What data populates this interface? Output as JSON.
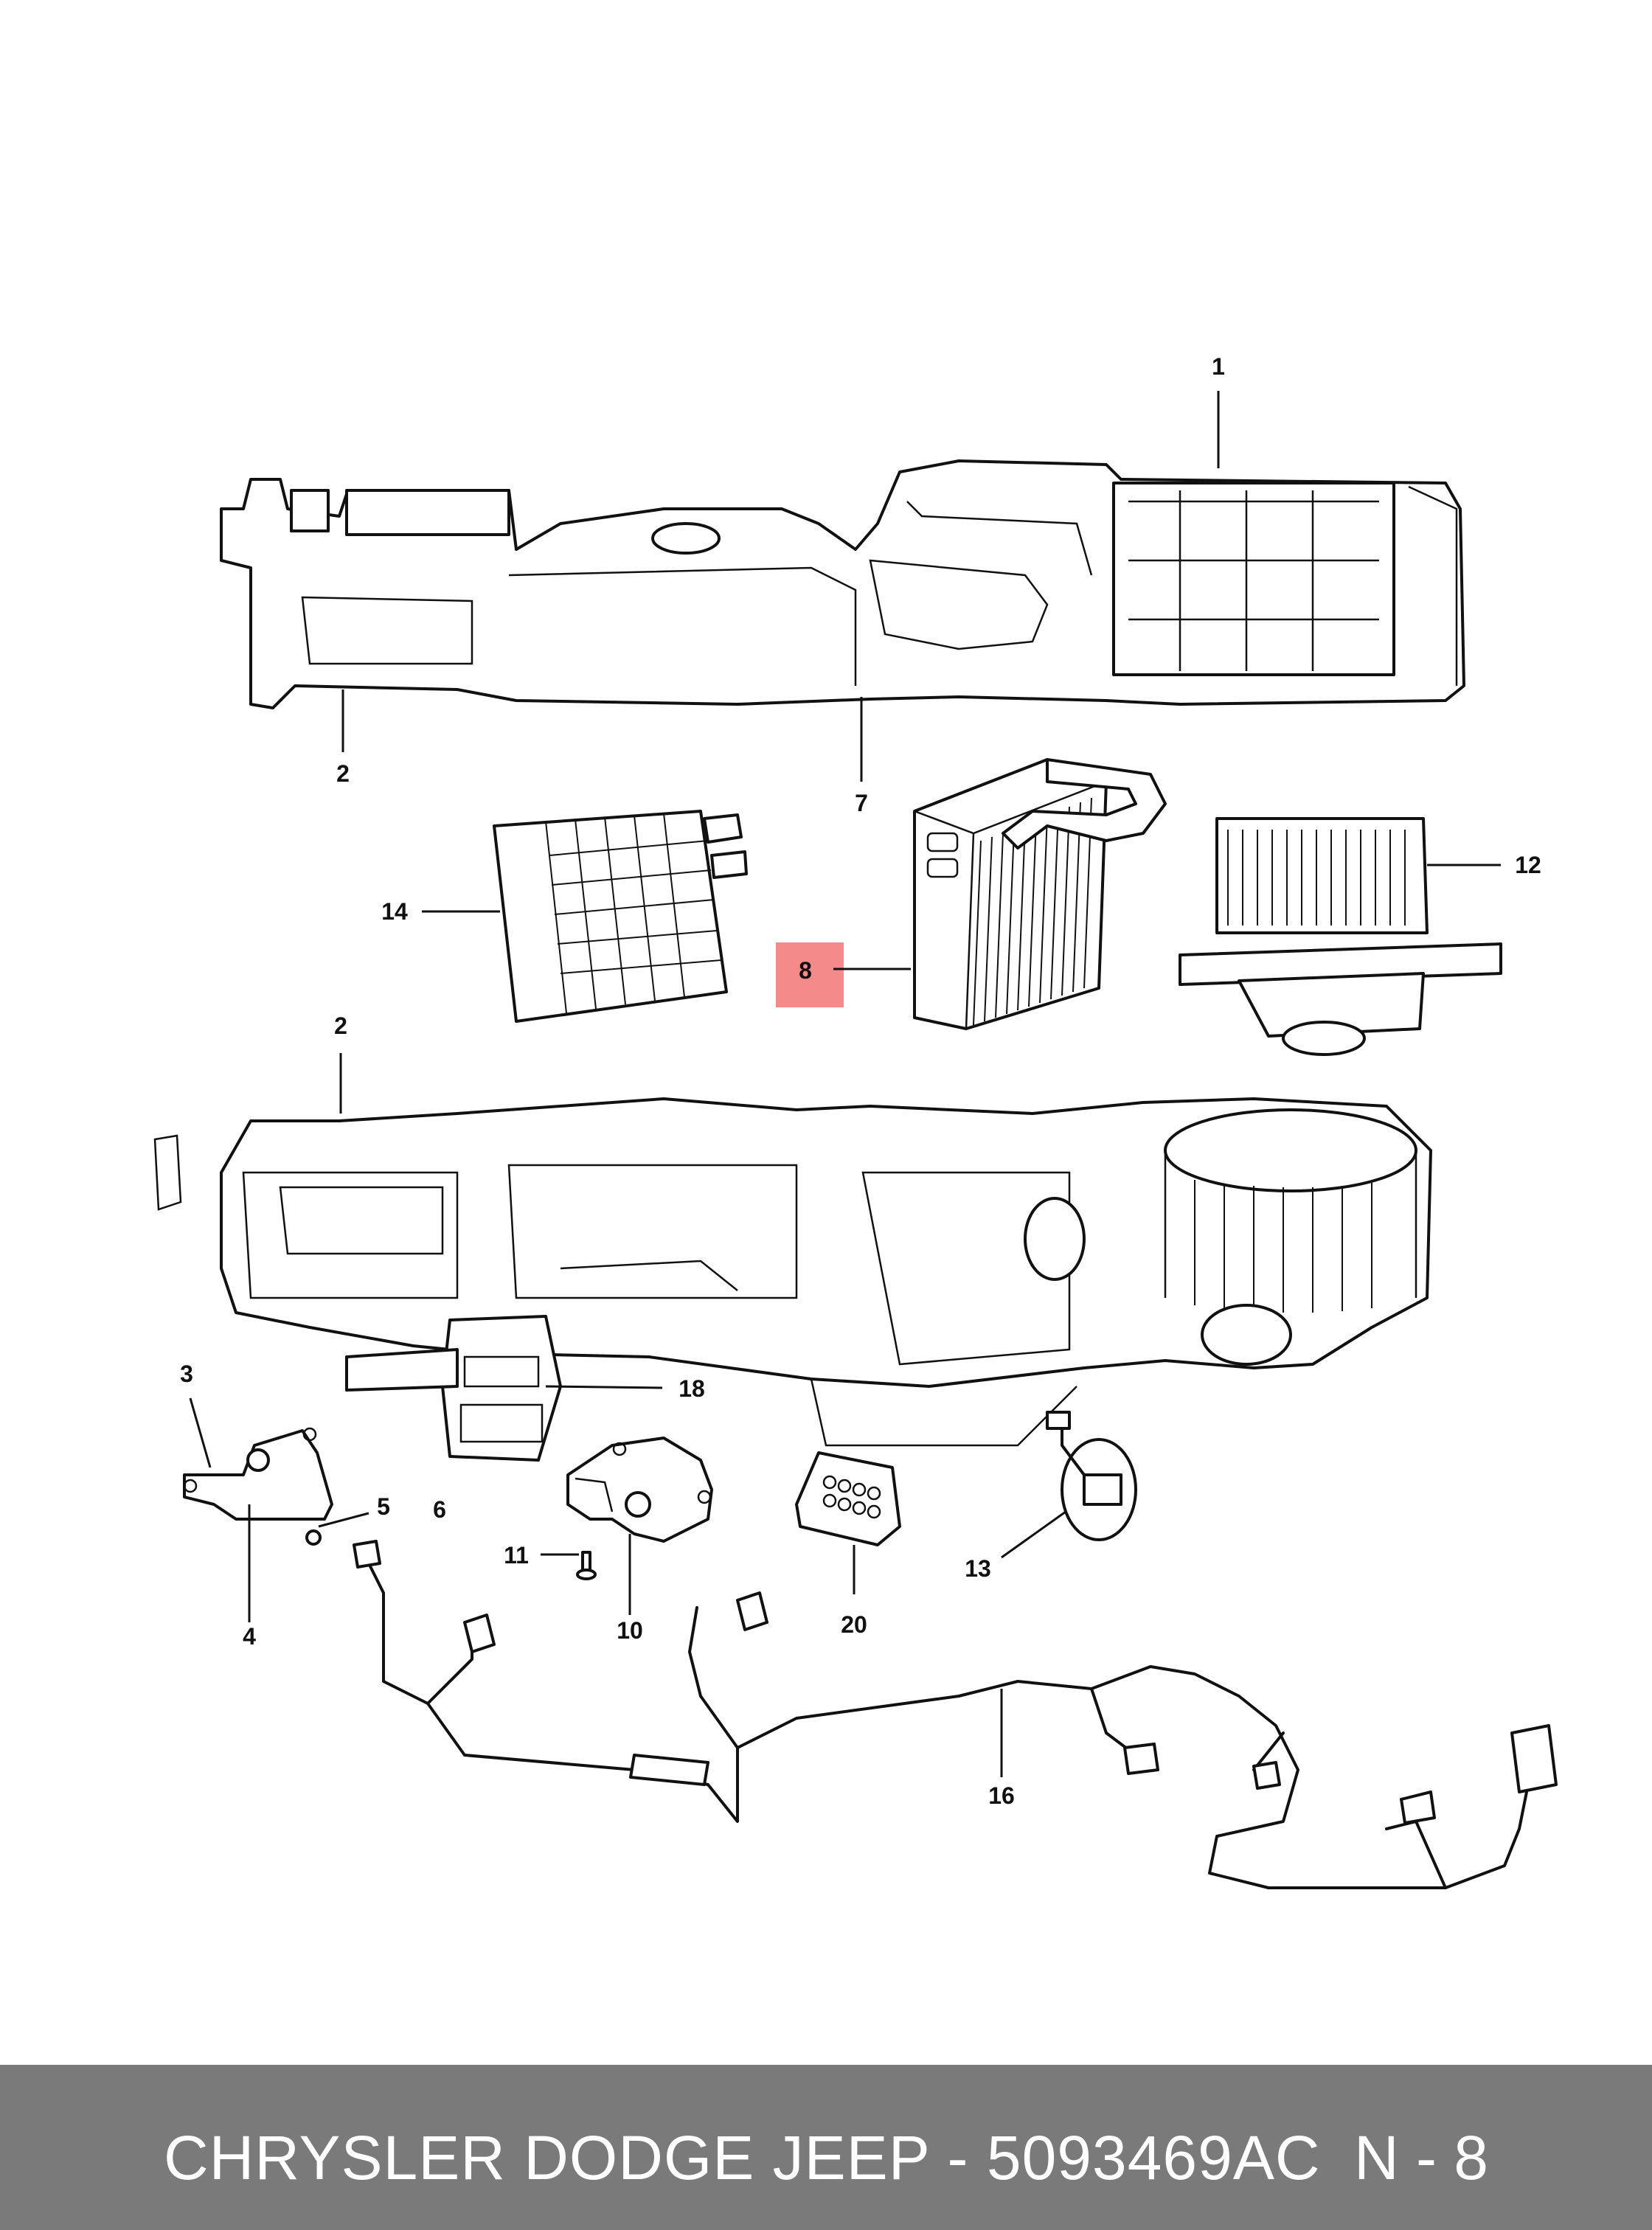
{
  "footer": {
    "title": "CHRYSLER DODGE JEEP - 5093469AC",
    "ref": "N - 8"
  },
  "highlight": {
    "label": "8",
    "color": "#f48a8a"
  },
  "callouts": [
    {
      "id": "callout-1",
      "label": "1"
    },
    {
      "id": "callout-2a",
      "label": "2"
    },
    {
      "id": "callout-7",
      "label": "7"
    },
    {
      "id": "callout-14",
      "label": "14"
    },
    {
      "id": "callout-8",
      "label": "8"
    },
    {
      "id": "callout-12",
      "label": "12"
    },
    {
      "id": "callout-2b",
      "label": "2"
    },
    {
      "id": "callout-3",
      "label": "3"
    },
    {
      "id": "callout-18",
      "label": "18"
    },
    {
      "id": "callout-5",
      "label": "5"
    },
    {
      "id": "callout-6",
      "label": "6"
    },
    {
      "id": "callout-4",
      "label": "4"
    },
    {
      "id": "callout-11",
      "label": "11"
    },
    {
      "id": "callout-10",
      "label": "10"
    },
    {
      "id": "callout-20",
      "label": "20"
    },
    {
      "id": "callout-13",
      "label": "13"
    },
    {
      "id": "callout-16",
      "label": "16"
    }
  ]
}
